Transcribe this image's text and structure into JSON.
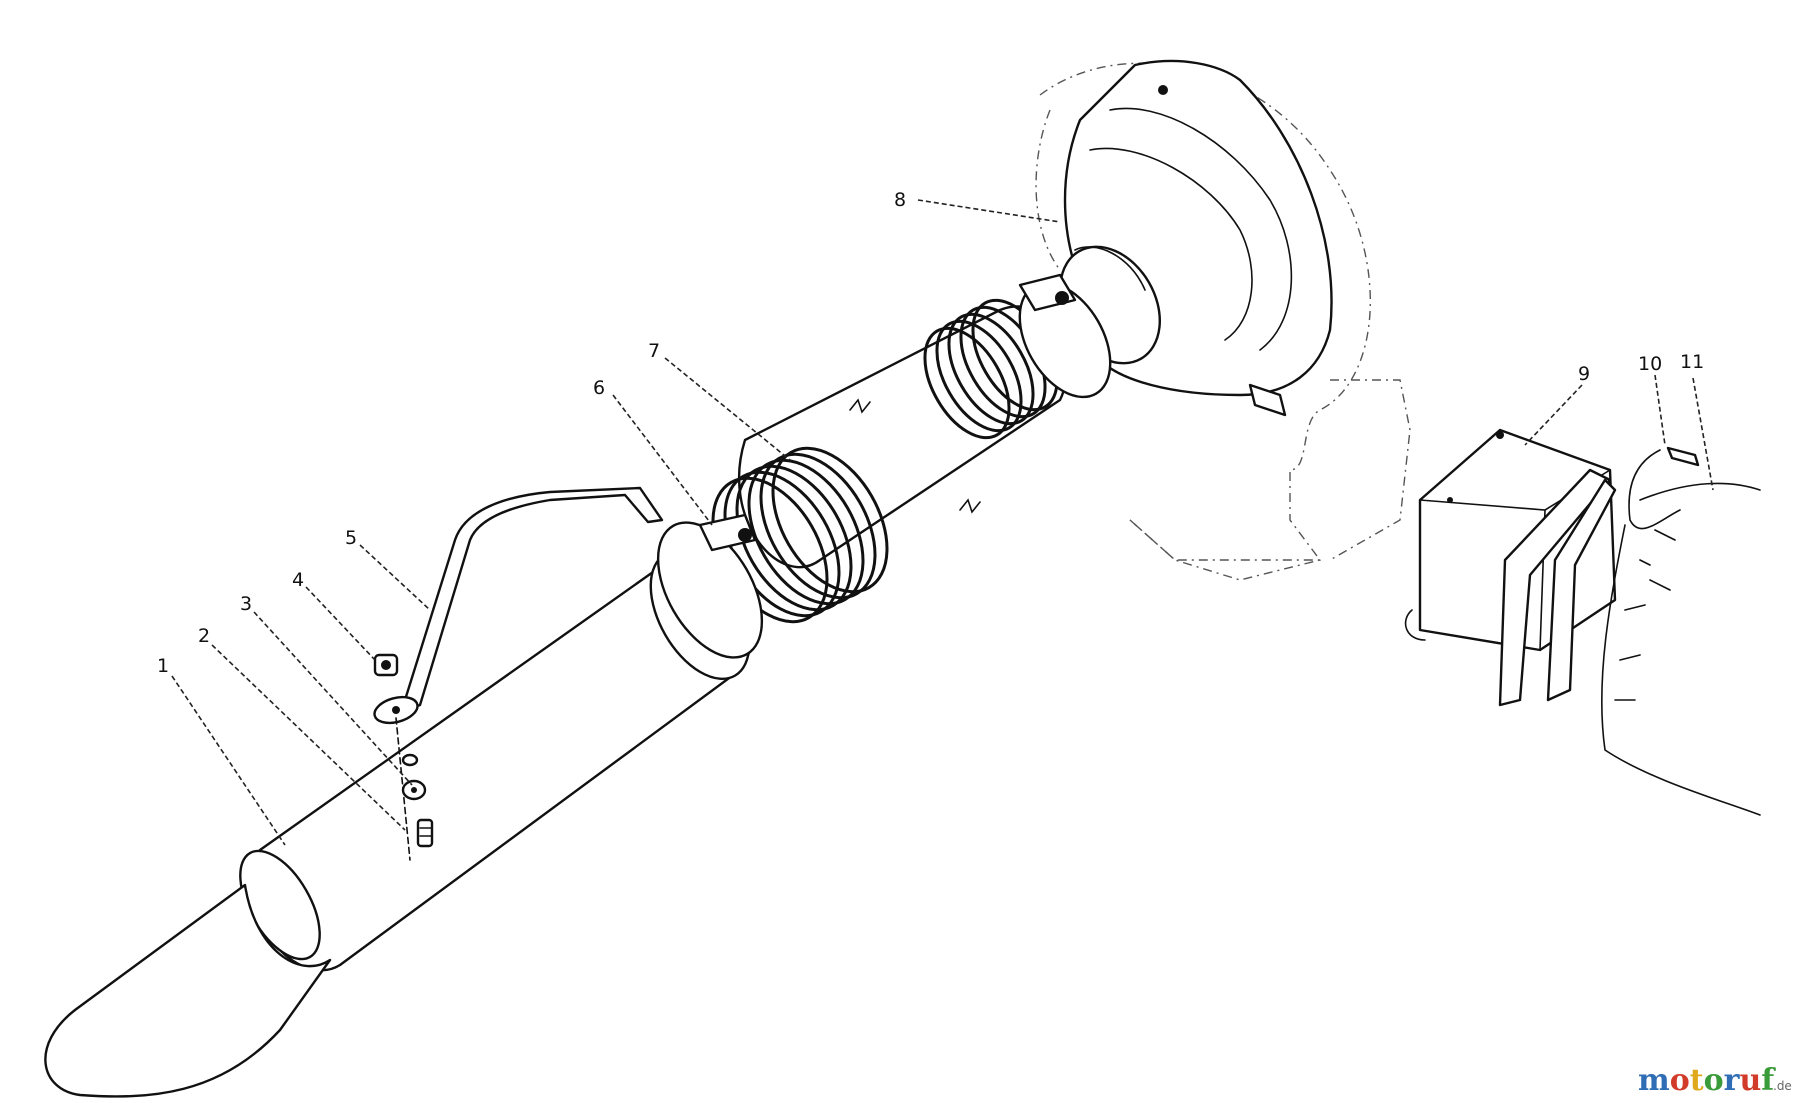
{
  "callouts": {
    "c1": "1",
    "c2": "2",
    "c3": "3",
    "c4": "4",
    "c5": "5",
    "c6": "6",
    "c7": "7",
    "c8": "8",
    "c9": "9",
    "c10": "10",
    "c11": "11"
  },
  "watermark": {
    "letters": [
      "m",
      "o",
      "t",
      "o",
      "r",
      "u",
      "f"
    ],
    "letter_colors": [
      "#2f6db5",
      "#d23a2a",
      "#e0a81c",
      "#3a9b3a",
      "#2f6db5",
      "#d23a2a",
      "#3a9b3a"
    ],
    "suffix": ".de"
  }
}
